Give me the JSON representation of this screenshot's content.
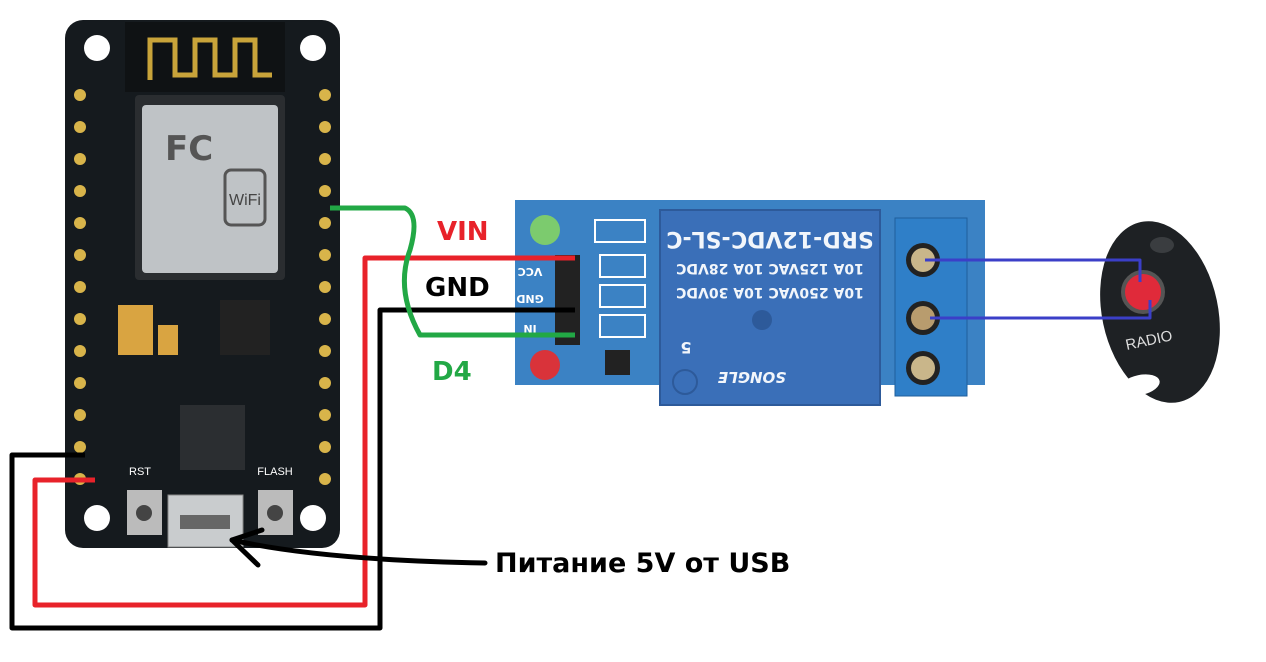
{
  "labels": {
    "vin": "VIN",
    "gnd": "GND",
    "d4": "D4",
    "power_note": "Питание 5V от USB"
  },
  "esp_board": {
    "rst": "RST",
    "flash": "FLASH",
    "module_text": "WiFi"
  },
  "relay": {
    "pins": [
      "VCC",
      "GND",
      "IN"
    ],
    "model": "SRD-12VDC-SL-C",
    "rating1": "10A 250VAC   10A 30VDC",
    "rating2": "10A 125VAC   10A 28VDC",
    "brand": "SONGLE",
    "number": "5"
  },
  "remote": {
    "brand": "RADIO"
  },
  "colors": {
    "vin_wire": "#e8222a",
    "gnd_wire": "#000000",
    "d4_wire": "#22a845",
    "contact_wire": "#3b3fc8",
    "relay_board": "#3b82c4"
  }
}
